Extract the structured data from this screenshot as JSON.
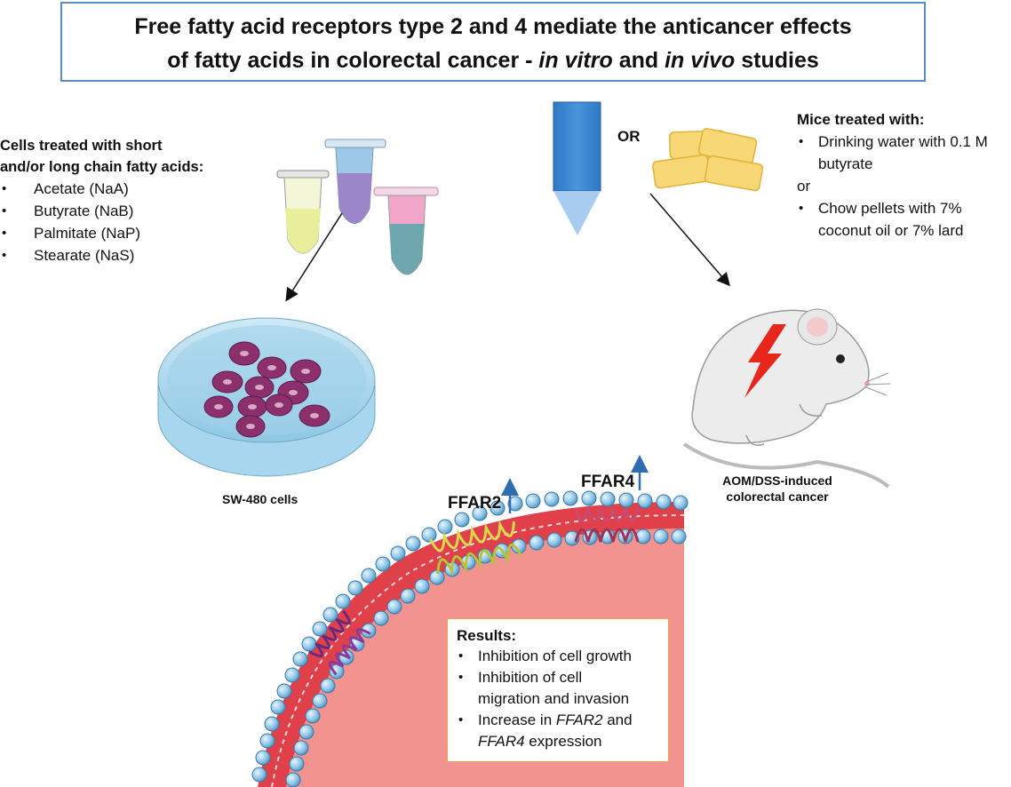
{
  "title": {
    "line1": "Free fatty acid receptors type 2 and 4 mediate the anticancer effects",
    "line2_a": "of fatty acids in colorectal cancer - ",
    "line2_b": "in vitro",
    "line2_c": " and ",
    "line2_d": "in vivo",
    "line2_e": " studies"
  },
  "cells": {
    "heading_line1": "Cells treated with short",
    "heading_line2": "and/or long chain fatty acids:",
    "items": [
      "Acetate (NaA)",
      "Butyrate (NaB)",
      "Palmitate (NaP)",
      "Stearate (NaS)"
    ]
  },
  "or_label": "OR",
  "mice": {
    "heading": "Mice treated with:",
    "item1_line1": "Drinking water with 0.1 M",
    "item1_line2": "butyrate",
    "or_text": "or",
    "item2_line1": "Chow pellets with 7%",
    "item2_line2": "coconut oil or 7% lard"
  },
  "sw_label": "SW-480 cells",
  "aom_label_line1": "AOM/DSS-induced",
  "aom_label_line2": "colorectal cancer",
  "ffar2_label": "FFAR2",
  "ffar4_label": "FFAR4",
  "results": {
    "heading": "Results:",
    "item1": "Inhibition of cell growth",
    "item2_line1": "Inhibition of cell",
    "item2_line2": "migration and invasion",
    "item3_a": "Increase in ",
    "item3_b": "FFAR2",
    "item3_c": " and",
    "item3_d": "FFAR4",
    "item3_e": " expression"
  },
  "colors": {
    "title_border": "#5b8cc0",
    "results_border": "#f5a14a",
    "cytoplasm": "#f3938f",
    "membrane": "#e0404a",
    "lipid_head": "#8fc6e8",
    "up_arrow": "#2f6db3"
  },
  "icons": {
    "tubes": "microcentrifuge-tubes-icon",
    "pipette": "pipette-tip-icon",
    "pellets": "chow-pellets-icon",
    "dish": "petri-dish-icon",
    "mouse": "mouse-icon",
    "membrane": "cell-membrane-icon"
  }
}
